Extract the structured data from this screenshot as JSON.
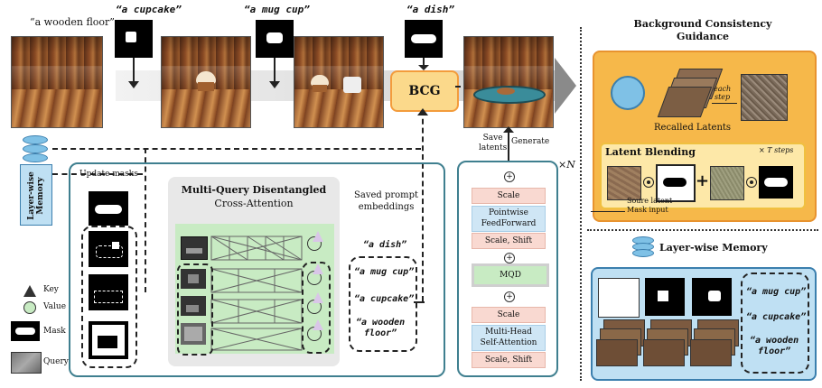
{
  "top_row": {
    "prompts": [
      "“a wooden floor”",
      "“a cupcake”",
      "“a mug cup”",
      "“a dish”"
    ],
    "bcg_label": "BCG",
    "save_latents": "Save\nlatents",
    "generate": "Generate"
  },
  "left": {
    "memory_label": "Layer-wise\nMemory",
    "update_masks": "Update masks",
    "legend": {
      "key": "Key",
      "value": "Value",
      "mask": "Mask",
      "query": "Query"
    }
  },
  "mqd": {
    "title_line1": "Multi-Query Disentangled",
    "title_line2": "Cross-Attention",
    "saved_prompt": "Saved prompt\nembeddings",
    "prompts": [
      "“a dish”",
      "“a mug cup”",
      "“a cupcake”",
      "“a wooden\nfloor”"
    ]
  },
  "block": {
    "times_n": "×N",
    "layers": [
      "Scale",
      "Pointwise\nFeedForward",
      "Scale, Shift",
      "MQD",
      "Scale",
      "Multi-Head\nSelf-Attention",
      "Scale, Shift"
    ]
  },
  "bcg_panel": {
    "title_line1": "Background Consistency",
    "title_line2": "Guidance",
    "recalled": "Recalled Latents",
    "each_step": "each\nstep",
    "latent_blending": "Latent Blending",
    "t_steps": "× T steps",
    "source_latent": "Soure latent",
    "mask_input": "Mask input"
  },
  "memory_panel": {
    "title": "Layer-wise Memory",
    "prompts": [
      "“a mug cup”",
      "“a cupcake”",
      "“a wooden\nfloor”"
    ]
  },
  "colors": {
    "orange": "#f6b84a",
    "orange_light": "#fbd98b",
    "blue_panel": "#bfe0f3",
    "teal_border": "#3f7f8f",
    "green": "#c8ebc3",
    "mqd_gray": "#e8e8e8"
  }
}
